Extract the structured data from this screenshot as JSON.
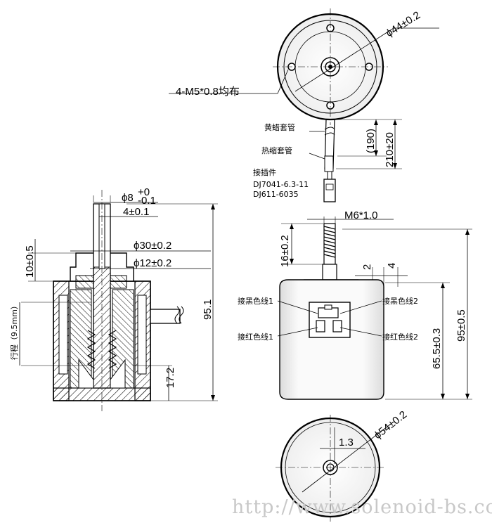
{
  "top_view": {
    "dia_label": "ϕ44±0.2",
    "holes_label": "4-M5*0.8均布",
    "sleeve1_label": "黄蜡套管",
    "sleeve2_label": "热缩套管",
    "len190_label": "(190)",
    "len210_label": "210±20",
    "connector_title": "接插件",
    "connector_part1": "DJ7041-6.3-11",
    "connector_part2": "DJ611-6035"
  },
  "front_view": {
    "thread_label": "M6*1.0",
    "thread_len_label": "16±0.2",
    "dim2_label": "2",
    "dim4_label": "4",
    "overall_label": "95±0.5",
    "body_label": "65.5±0.3",
    "wire_black1": "接黑色线1",
    "wire_black2": "接黑色线2",
    "wire_red1": "接红色线1",
    "wire_red2": "接红色线2"
  },
  "bottom_view": {
    "dia_label": "ϕ54±0.2",
    "offset_label": "1.3"
  },
  "section_view": {
    "plunger_label": "ϕ8",
    "plunger_tol_upper": "+0",
    "plunger_tol_lower": "-0.1",
    "shaft_label": "4±0.1",
    "cap_label": "ϕ30±0.2",
    "bore_label": "ϕ12±0.2",
    "top_dim_label": "10±0.5",
    "stroke_label": "行程（9.5mm）",
    "height_label": "95.1",
    "small_dim_label": "17.2"
  },
  "watermark": "http://www.solenoid-bs.com"
}
